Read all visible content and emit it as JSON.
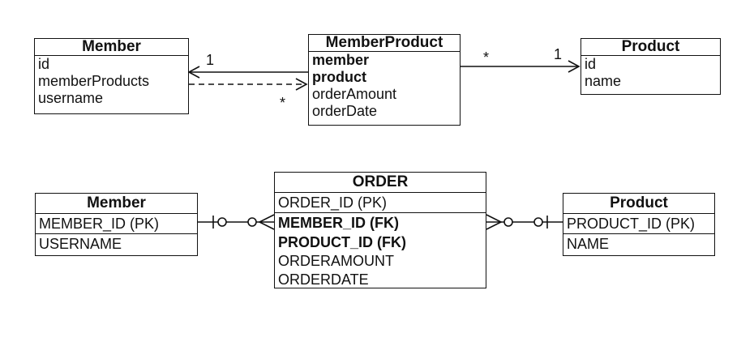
{
  "uml": {
    "member": {
      "title": "Member",
      "fields": [
        "id",
        "memberProducts",
        "username"
      ]
    },
    "member_product": {
      "title": "MemberProduct",
      "key_fields": [
        "member",
        "product"
      ],
      "fields": [
        "orderAmount",
        "orderDate"
      ]
    },
    "product": {
      "title": "Product",
      "fields": [
        "id",
        "name"
      ]
    },
    "labels": {
      "member_side_one": "1",
      "member_side_many": "*",
      "product_side_many": "*",
      "product_side_one": "1"
    }
  },
  "erd": {
    "member": {
      "title": "Member",
      "pk": "MEMBER_ID (PK)",
      "fields": [
        "USERNAME"
      ]
    },
    "order": {
      "title": "ORDER",
      "pk": "ORDER_ID (PK)",
      "fk": [
        "MEMBER_ID (FK)",
        "PRODUCT_ID (FK)"
      ],
      "fields": [
        "ORDERAMOUNT",
        "ORDERDATE"
      ]
    },
    "product": {
      "title": "Product",
      "pk": "PRODUCT_ID (PK)",
      "fields": [
        "NAME"
      ]
    }
  }
}
